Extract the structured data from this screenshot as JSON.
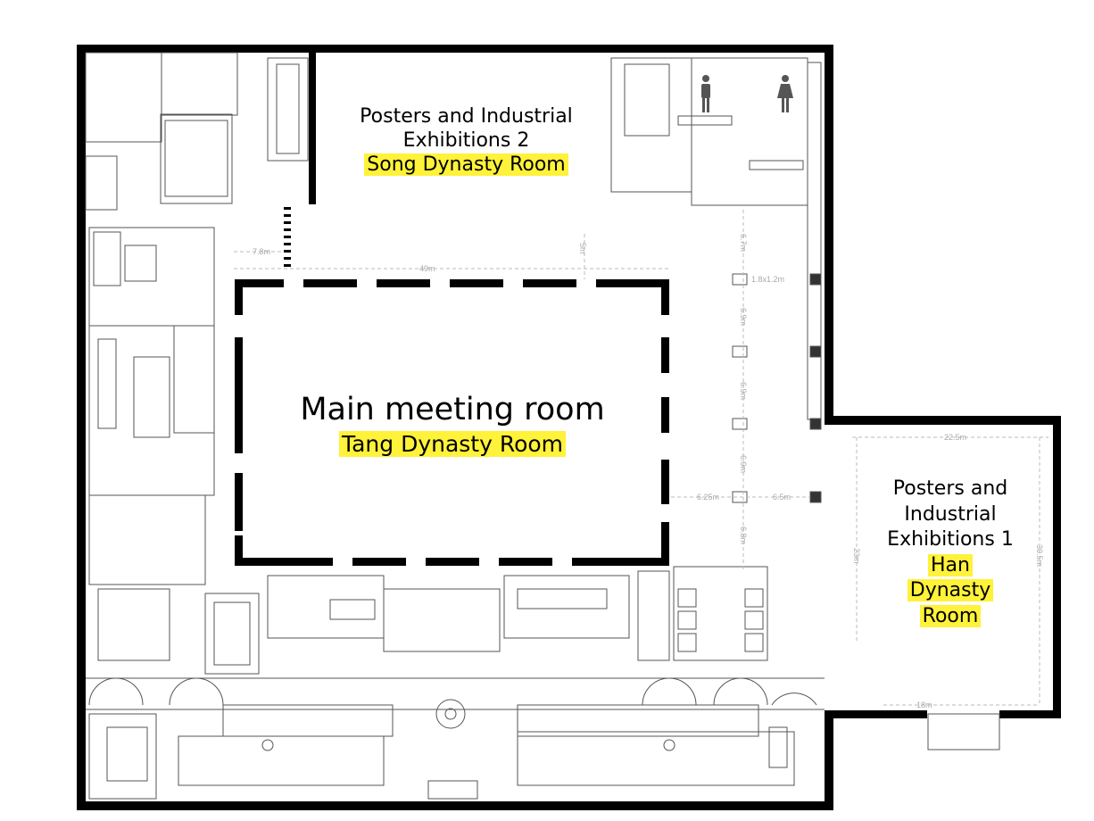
{
  "rooms": {
    "song": {
      "line1": "Posters and Industrial",
      "line2": "Exhibitions 2",
      "name": "Song Dynasty Room"
    },
    "tang": {
      "line1": "Main meeting room",
      "name": "Tang Dynasty Room"
    },
    "han": {
      "line1": "Posters and",
      "line2": "Industrial",
      "line3": "Exhibitions 1",
      "name1": "Han",
      "name2": "Dynasty",
      "name3": "Room"
    }
  },
  "dimensions": {
    "d_7_8": "7.8m",
    "d_49": "49m",
    "d_5": "5m",
    "d_6_7": "6.7m",
    "d_col": "1.8x1.2m",
    "d_6_9a": "6.9m",
    "d_6_9b": "6.9m",
    "d_6_9c": "6.9m",
    "d_6_8": "6.8m",
    "d_6_25": "6.25m",
    "d_6_5": "6.5m",
    "d_22_5": "22.5m",
    "d_23": "23m",
    "d_30_5": "30.5m",
    "d_18": "18m"
  },
  "colors": {
    "highlight": "#fff23a",
    "wall": "#000000",
    "dimension": "#aaaaaa"
  },
  "icons": [
    "male-restroom-icon",
    "female-restroom-icon"
  ]
}
